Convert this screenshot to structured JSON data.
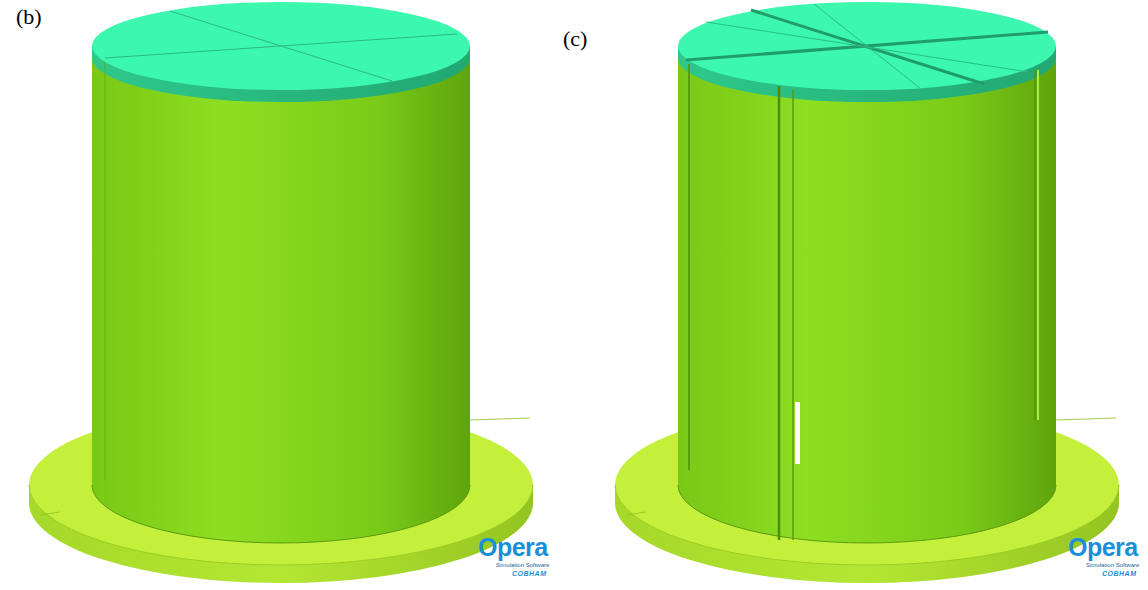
{
  "diagram": {
    "labels": [
      "(b)",
      "(c)",
      "Opera",
      "Simulation Software",
      "COBHAM",
      "Opera",
      "Simulation Software",
      "COBHAM"
    ]
  }
}
